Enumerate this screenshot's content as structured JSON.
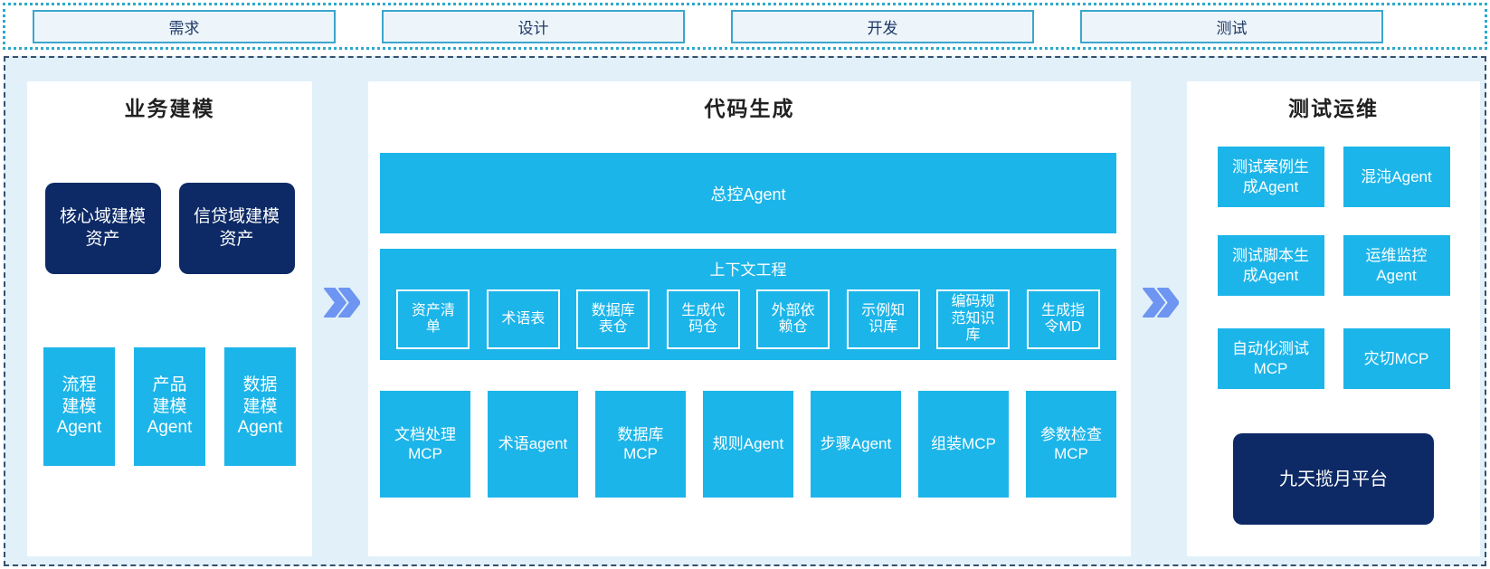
{
  "colors": {
    "cyan": "#1cb5e9",
    "navy": "#0d2a66",
    "canvas_bg": "#e2f0fa",
    "panel_bg": "#ffffff",
    "dash_border": "#34506e",
    "strip_border": "#2da9cc",
    "phase_border": "#3ba6cd",
    "phase_bg": "#edf5fb",
    "phase_text": "#1f3864",
    "title_text": "#212121",
    "chevron": "#6d95f1"
  },
  "phases": [
    "需求",
    "设计",
    "开发",
    "测试"
  ],
  "business": {
    "title": "业务建模",
    "assets": [
      "核心域建模\n资产",
      "信贷域建模\n资产"
    ],
    "agents": [
      "流程\n建模\nAgent",
      "产品\n建模\nAgent",
      "数据\n建模\nAgent"
    ]
  },
  "codegen": {
    "title": "代码生成",
    "master": "总控Agent",
    "context": {
      "title": "上下文工程",
      "items": [
        "资产清\n单",
        "术语表",
        "数据库\n表仓",
        "生成代\n码仓",
        "外部依\n赖仓",
        "示例知\n识库",
        "编码规\n范知识\n库",
        "生成指\n令MD"
      ]
    },
    "tools": [
      "文档处理\nMCP",
      "术语agent",
      "数据库\nMCP",
      "规则Agent",
      "步骤Agent",
      "组装MCP",
      "参数检查\nMCP"
    ]
  },
  "testops": {
    "title": "测试运维",
    "row1": [
      "测试案例生\n成Agent",
      "混沌Agent"
    ],
    "row2": [
      "测试脚本生\n成Agent",
      "运维监控\nAgent"
    ],
    "row3": [
      "自动化测试\nMCP",
      "灾切MCP"
    ],
    "platform": "九天揽月平台"
  }
}
